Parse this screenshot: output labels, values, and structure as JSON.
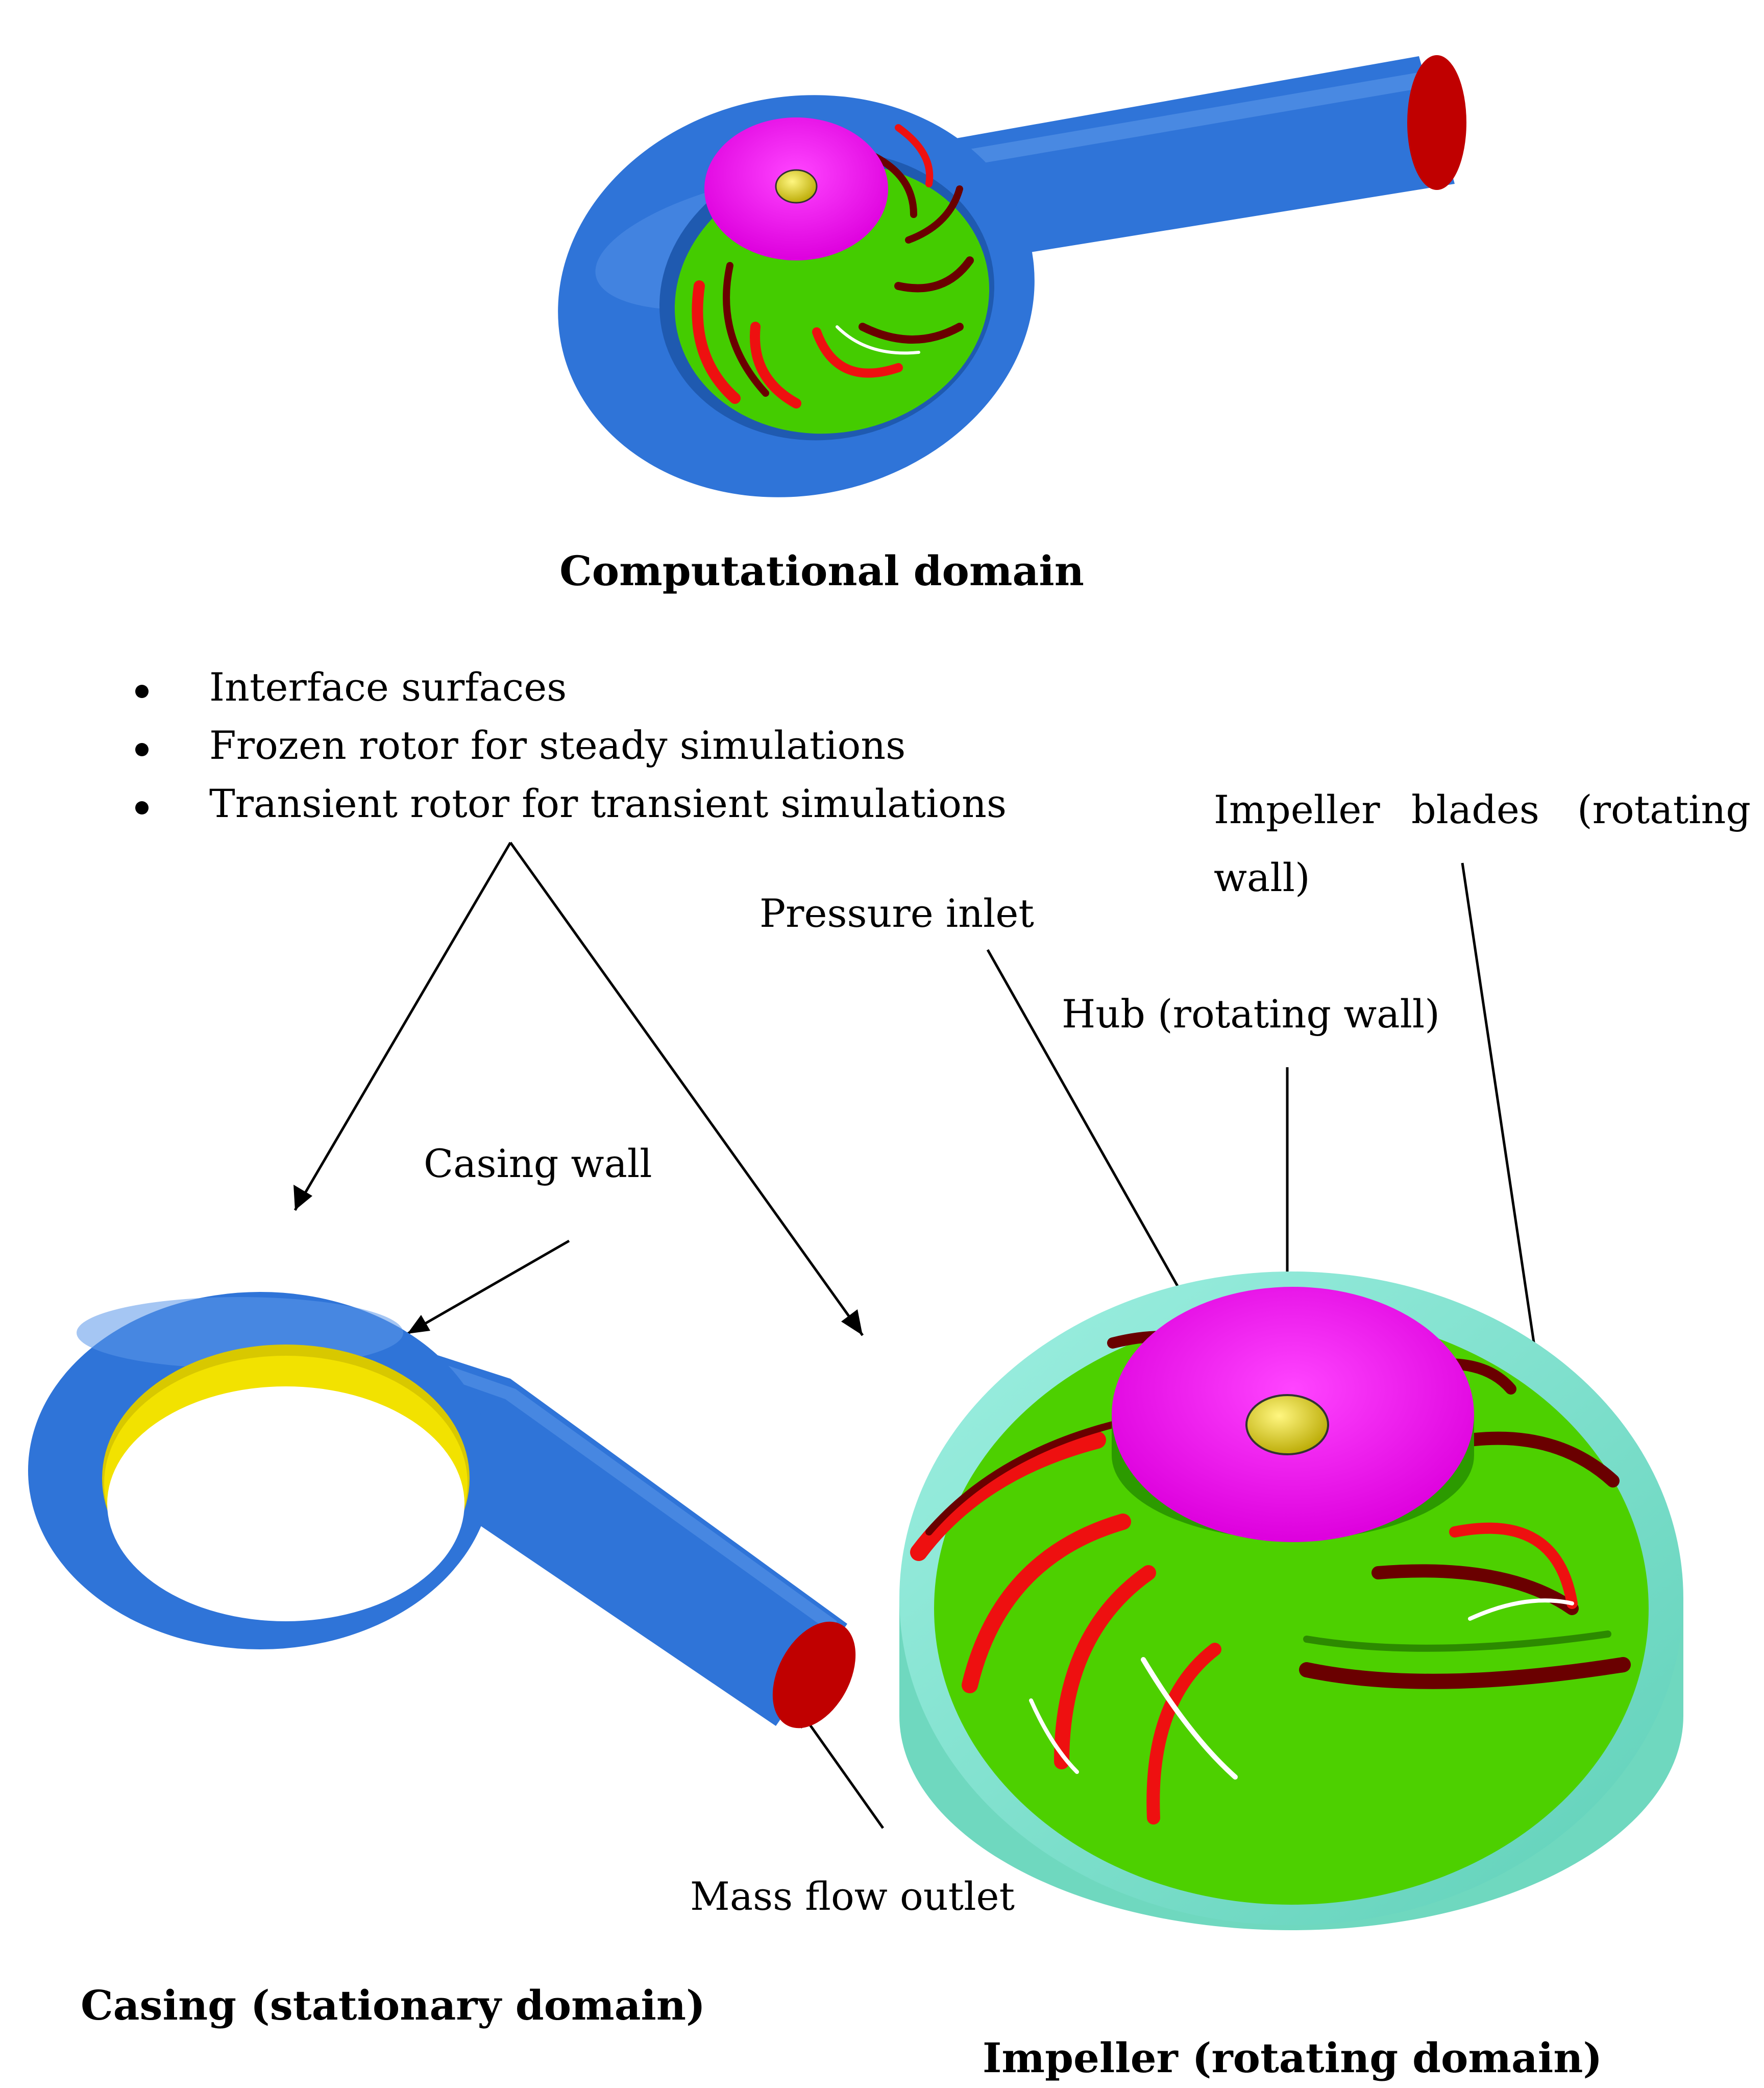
{
  "captions": {
    "computational_domain": "Computational domain",
    "casing_domain": "Casing (stationary domain)",
    "impeller_domain": "Impeller (rotating domain)"
  },
  "bullets": [
    "Interface surfaces",
    "Frozen rotor for steady simulations",
    "Transient rotor for transient simulations"
  ],
  "labels": {
    "casing_wall": "Casing wall",
    "mass_flow_outlet": "Mass flow outlet",
    "pressure_inlet": "Pressure inlet",
    "hub": "Hub (rotating wall)",
    "impeller_blades_word1": "Impeller",
    "impeller_blades_word2": "blades",
    "impeller_blades_word3": "(rotating",
    "impeller_blades_line2": "wall)"
  },
  "colors": {
    "casing_blue": "#2f74d8",
    "outlet_red": "#c00000",
    "hub_magenta": "#ee00ee",
    "inlet_yellow": "#f2e200",
    "impeller_green": "#44cc00",
    "blade_red": "#ee1010",
    "blade_dark": "#6a0000",
    "shroud_cyan": "#7fe6d0"
  }
}
